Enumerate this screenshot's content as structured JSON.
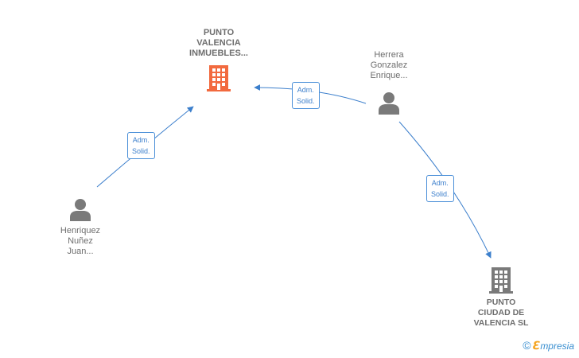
{
  "nodes": {
    "company_top": {
      "name": "PUNTO\nVALENCIA\nINMUEBLES...",
      "icon": "building-icon",
      "color": "#f26a3f"
    },
    "company_bottom": {
      "name": "PUNTO\nCIUDAD DE\nVALENCIA  SL",
      "icon": "building-icon",
      "color": "#7a7a7a"
    },
    "person_herrera": {
      "name": "Herrera\nGonzalez\nEnrique...",
      "icon": "person-icon",
      "color": "#7a7a7a"
    },
    "person_henriquez": {
      "name": "Henriquez\nNuñez\nJuan...",
      "icon": "person-icon",
      "color": "#7a7a7a"
    }
  },
  "edges": {
    "henriquez_to_top": {
      "line1": "Adm.",
      "line2": "Solid."
    },
    "herrera_to_top": {
      "line1": "Adm.",
      "line2": "Solid."
    },
    "herrera_to_bottom": {
      "line1": "Adm.",
      "line2": "Solid."
    }
  },
  "colors": {
    "edge": "#3c7fcc",
    "accent": "#f26a3f"
  },
  "brand": {
    "copyright": "©",
    "e": "ℇ",
    "rest": "mpresia"
  }
}
